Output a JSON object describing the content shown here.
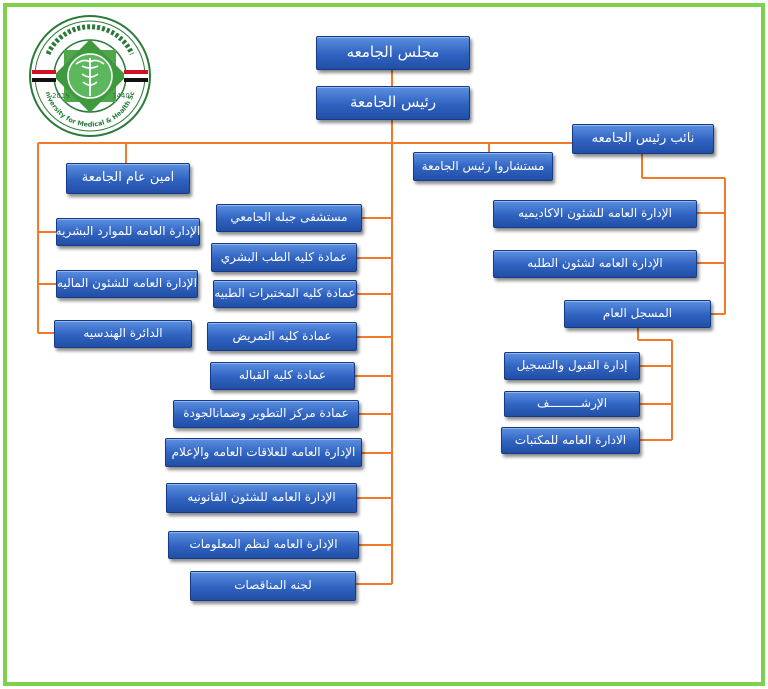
{
  "colors": {
    "frame": "#7ed14a",
    "connector": "#f07a2a",
    "box": "#2f62c0",
    "box_text": "#ffffff"
  },
  "logo": {
    "icon": "university-seal-icon",
    "year_left": "2019",
    "year_right": "1440",
    "motto": "Jibla University for Medical & Health Sciences"
  },
  "top": {
    "council": "مجلس الجامعه",
    "president": "رئيس الجامعة"
  },
  "vice": {
    "title": "نائب رئيس الجامعه",
    "items": [
      "الإدارة العامه للشئون الاكاديميه",
      "الإدارة العامه لشئون الطلبه",
      "المسجل العام"
    ],
    "registrar_items": [
      "إدارة القبول والتسجيل",
      "الإرشـــــــــف",
      "الادارة العامه للمكتبات"
    ]
  },
  "advisors": {
    "title": "مستشاروا رئيس الجامعة"
  },
  "secretary": {
    "title": "امين عام الجامعة",
    "items": [
      "الإدارة العامه للموارد البشريه",
      "الإدارة العامه للشئون الماليه",
      "الدائرة الهندسيه"
    ]
  },
  "center_items": [
    "مستشفى جبله الجامعي",
    "عمادة كليه الطب البشري",
    "عمادة كليه المختبرات الطبيه",
    "عمادة كليه التمريض",
    "عمادة كليه القباله",
    "عمادة مركز التطوير وضمانالجودة",
    "الإدارة العامه للعلاقات العامه والإعلام",
    "الإدارة العامه للشئون القانونيه",
    "الإدارة العامه لنظم المعلومات",
    "لجنه المناقصات"
  ]
}
